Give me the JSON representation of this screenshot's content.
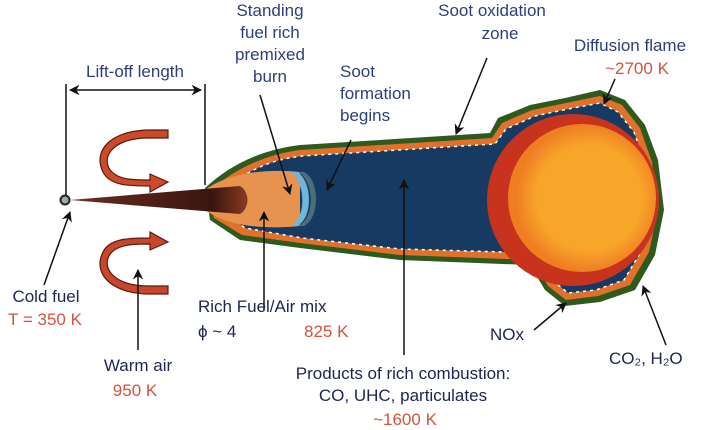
{
  "labels": {
    "lift_off": "Lift-off length",
    "standing": [
      "Standing",
      "fuel rich",
      "premixed",
      "burn"
    ],
    "soot_formation": [
      "Soot",
      "formation",
      "begins"
    ],
    "soot_oxidation": [
      "Soot oxidation",
      "zone"
    ],
    "diffusion_flame": "Diffusion flame",
    "diffusion_temp": "~2700 K",
    "cold_fuel": "Cold fuel",
    "cold_fuel_temp": "T = 350 K",
    "warm_air": "Warm air",
    "warm_air_temp": "950 K",
    "rich_mix": "Rich Fuel/Air mix",
    "phi": "ϕ ~ 4",
    "rich_mix_temp": "825 K",
    "nox": "NOx",
    "products": [
      "Products of rich combustion:",
      "CO, UHC, particulates"
    ],
    "products_temp": "~1600 K",
    "co2_h2o": "CO₂, H₂O"
  },
  "colors": {
    "text_blue": "#2c3f7c",
    "temp_red": "#d4533b",
    "soot_navy": "#173a63",
    "flame_orange": "#f7a02a",
    "outline_green": "#2f5a1e"
  }
}
